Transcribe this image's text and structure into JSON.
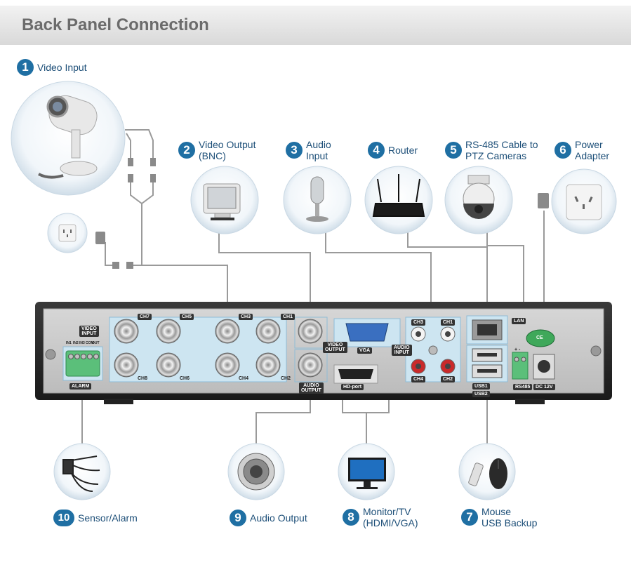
{
  "header": {
    "title": "Back Panel Connection"
  },
  "callouts": [
    {
      "num": "1",
      "label": "Video Input"
    },
    {
      "num": "2",
      "label": "Video Output\n(BNC)"
    },
    {
      "num": "3",
      "label": "Audio\nInput"
    },
    {
      "num": "4",
      "label": "Router"
    },
    {
      "num": "5",
      "label": "RS-485 Cable to\nPTZ Cameras"
    },
    {
      "num": "6",
      "label": "Power\nAdapter"
    },
    {
      "num": "7",
      "label": "Mouse\nUSB Backup"
    },
    {
      "num": "8",
      "label": "Monitor/TV\n(HDMI/VGA)"
    },
    {
      "num": "9",
      "label": "Audio Output"
    },
    {
      "num": "10",
      "label": "Sensor/Alarm"
    }
  ],
  "panel": {
    "video_input": "VIDEO\nINPUT",
    "alarm": "ALARM",
    "alarm_pins": [
      "IN1",
      "IN2",
      "IN3",
      "COM",
      "OUT"
    ],
    "ch_top": [
      "CH7",
      "CH5",
      "CH3",
      "CH1"
    ],
    "ch_bottom": [
      "CH8",
      "CH6",
      "CH4",
      "CH2"
    ],
    "video_output": "VIDEO\nOUTPUT",
    "vga": "VGA",
    "audio_input": "AUDIO\nINPUT",
    "audio_ch": [
      "CH3",
      "CH1",
      "CH4",
      "CH2"
    ],
    "audio_output": "AUDIO\nOUTPUT",
    "hd_port": "HD-port",
    "lan": "LAN",
    "usb1": "USB1",
    "usb2": "USB2",
    "rs485": "RS485",
    "dc": "DC 12V",
    "ce": "CE",
    "rs485_pins": "+   -"
  }
}
